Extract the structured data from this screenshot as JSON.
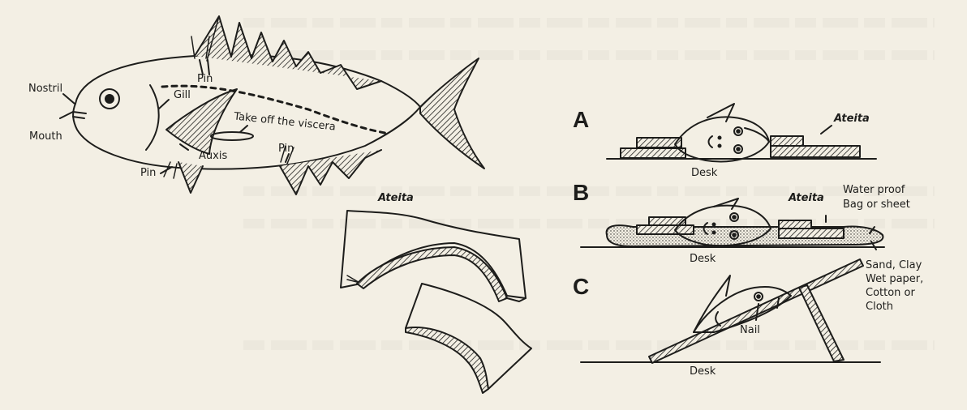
{
  "fish": {
    "nostril": "Nostril",
    "mouth": "Mouth",
    "gill": "Gill",
    "pin_top": "Pin",
    "pin_bottom_left": "Pin",
    "pin_bottom_right": "Pin",
    "auxis": "Auxis",
    "viscera": "Take off the viscera"
  },
  "ateita_shape": {
    "label": "Ateita"
  },
  "panel_a": {
    "letter": "A",
    "ateita": "Ateita",
    "desk": "Desk"
  },
  "panel_b": {
    "letter": "B",
    "ateita": "Ateita",
    "bag": "Water proof\nBag or sheet",
    "desk": "Desk",
    "fill": "Sand, Clay\nWet paper,\nCotton or\nCloth"
  },
  "panel_c": {
    "letter": "C",
    "nail": "Nail",
    "desk": "Desk"
  },
  "colors": {
    "paper": "#f3efe4",
    "ink": "#1d1d1b"
  }
}
